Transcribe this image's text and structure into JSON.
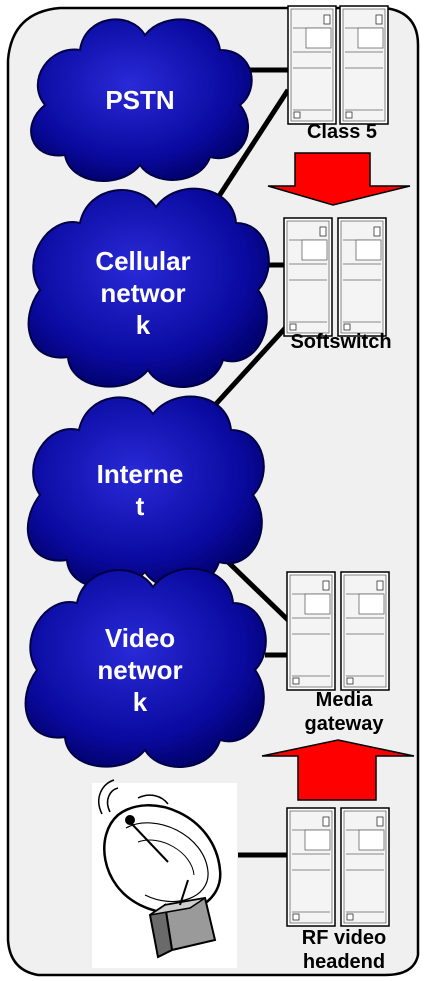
{
  "colors": {
    "cloud_fill": "#0a0aa0",
    "cloud_dark": "#000066",
    "arrow_fill": "#ff0000",
    "line": "#000000",
    "frame_bg": "#f0f0f0"
  },
  "clouds": [
    {
      "id": "pstn",
      "label": "PSTN"
    },
    {
      "id": "cellular",
      "label": "Cellular\nnetwor\nk"
    },
    {
      "id": "internet",
      "label": "Interne\nt"
    },
    {
      "id": "video",
      "label": "Video\nnetwor\nk"
    }
  ],
  "servers": [
    {
      "id": "class5",
      "label": "Class 5"
    },
    {
      "id": "softswitch",
      "label": "Softswitch"
    },
    {
      "id": "media-gateway",
      "label": "Media\ngateway"
    },
    {
      "id": "rf-headend",
      "label": "RF video\nheadend"
    }
  ],
  "arrows": [
    {
      "id": "down-arrow",
      "direction": "down"
    },
    {
      "id": "up-arrow",
      "direction": "up"
    }
  ],
  "icons": {
    "satellite": "satellite-dish-icon"
  }
}
